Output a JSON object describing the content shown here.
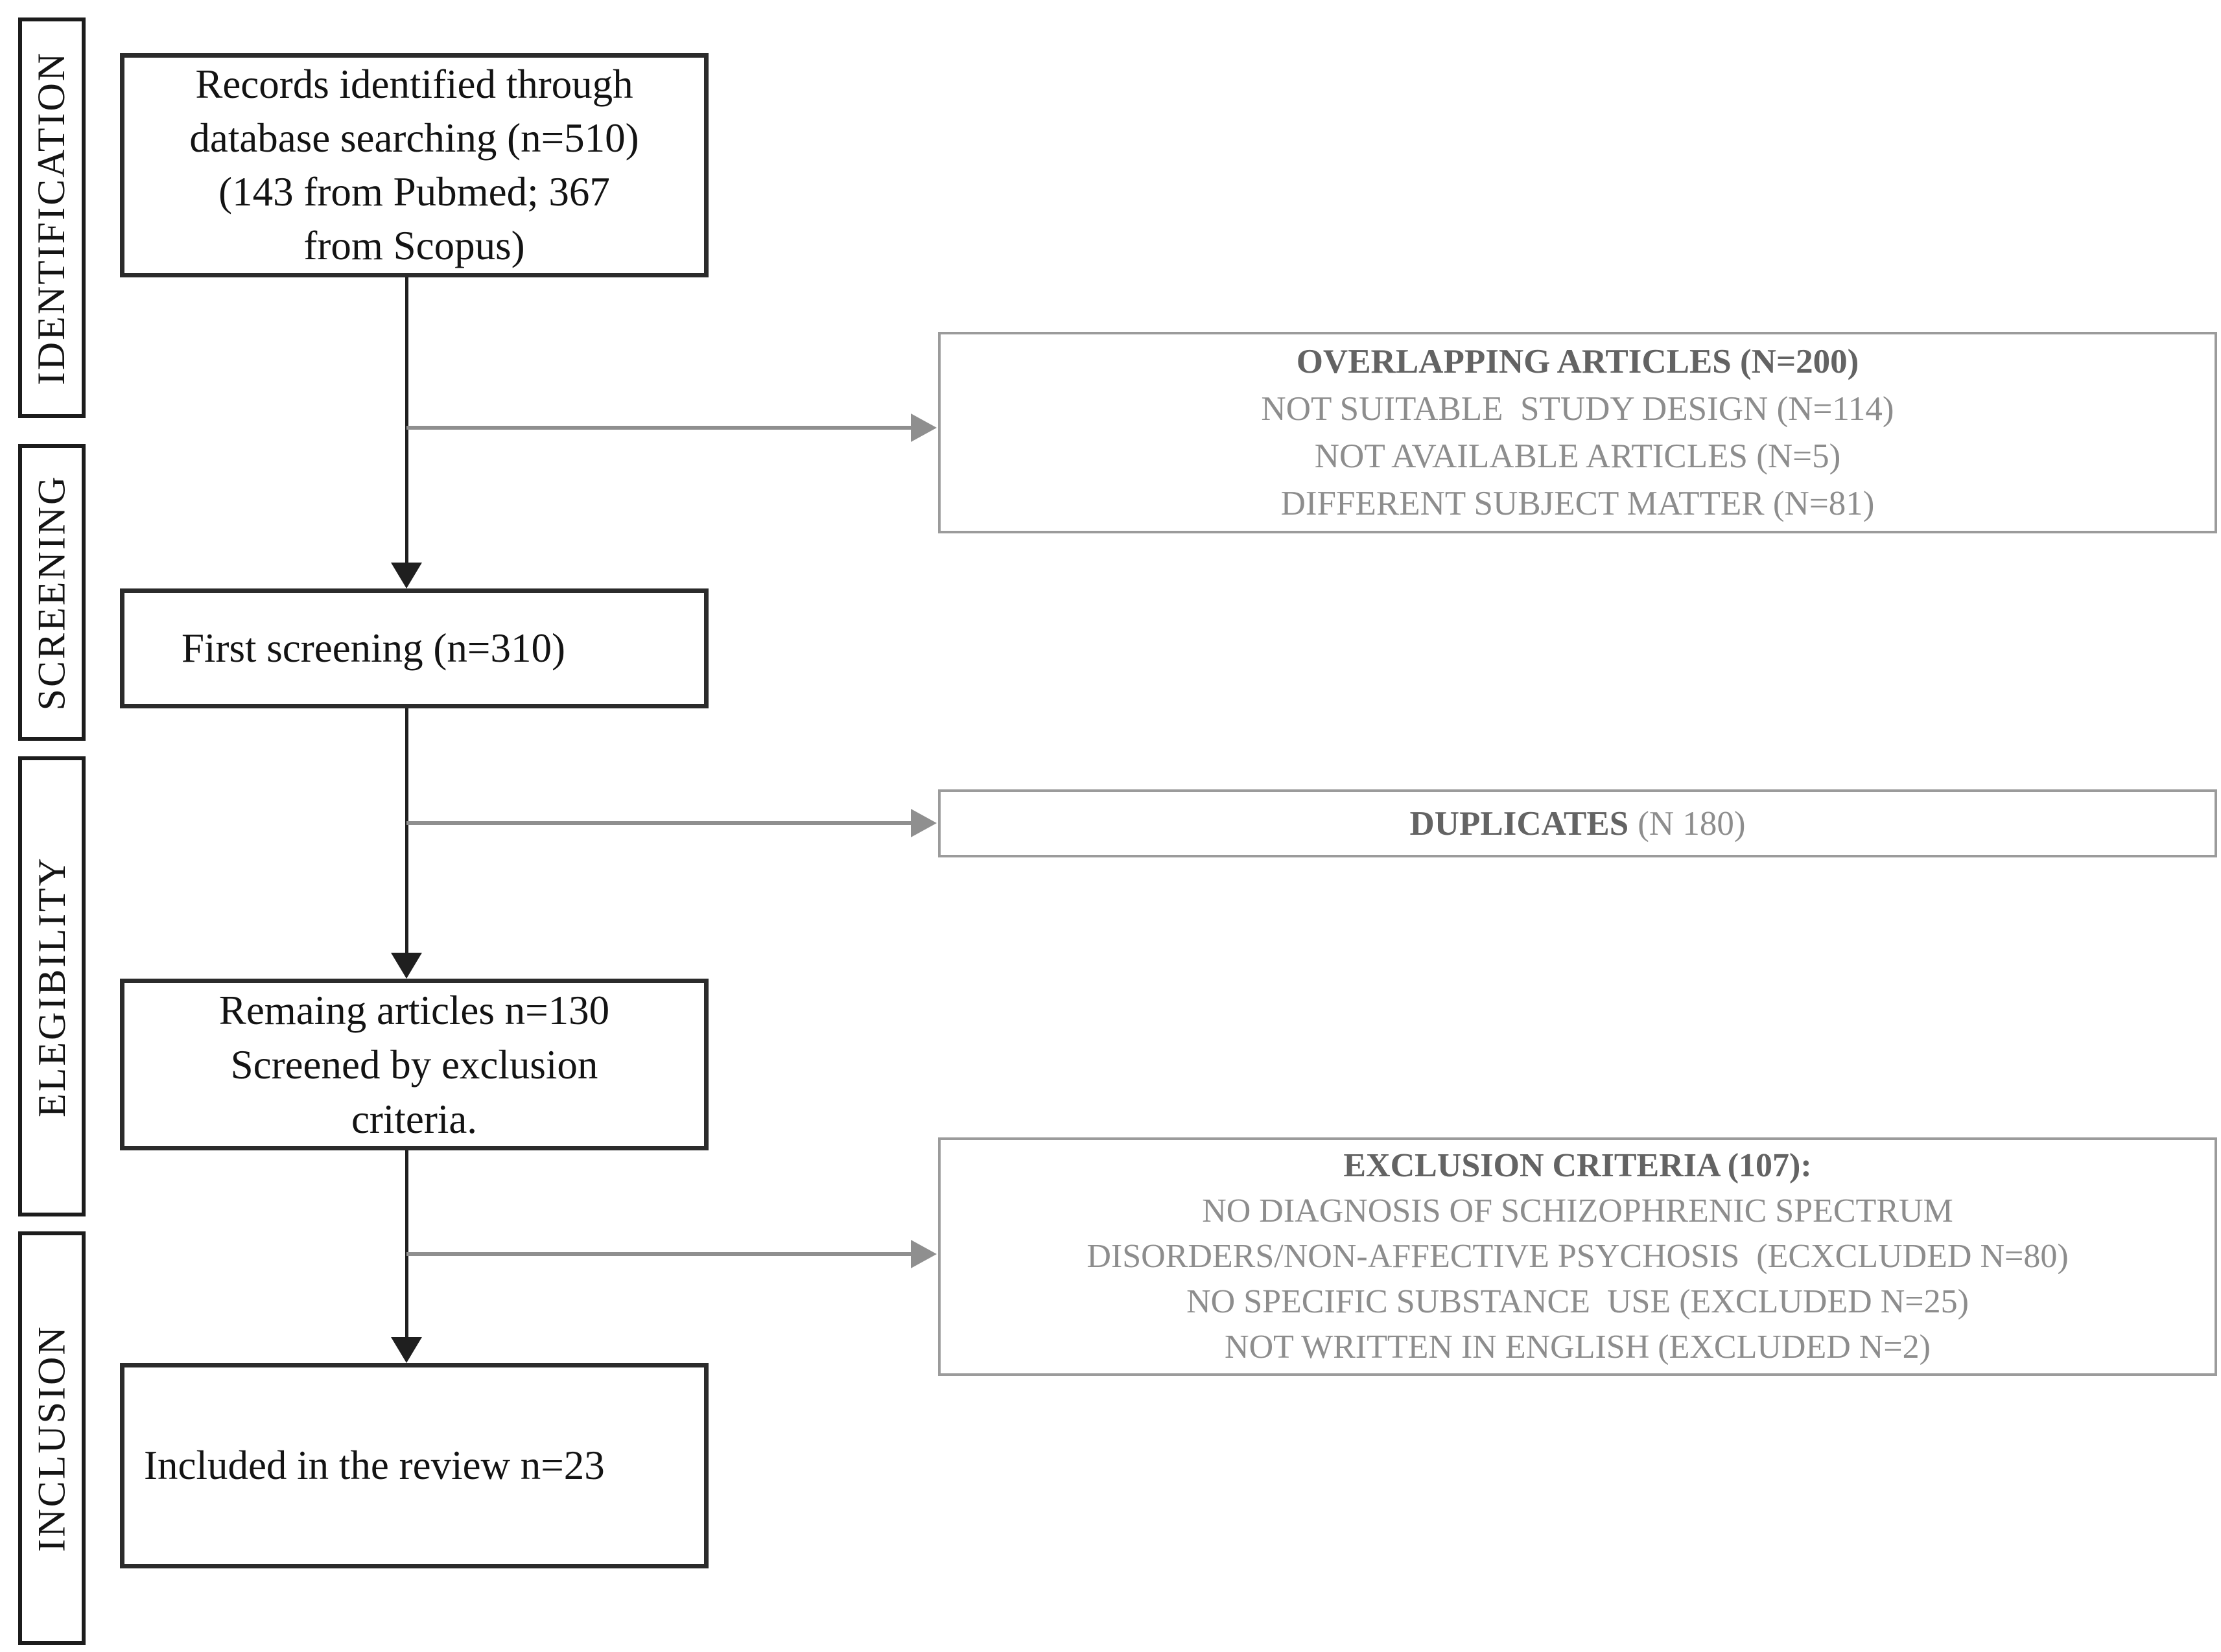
{
  "sidebar": {
    "stages": [
      "IDENTIFICATION",
      "SCREENING",
      "ELEGIBILITY",
      "INCLUSION"
    ]
  },
  "flow": {
    "records": {
      "lines": [
        "Records identified through",
        "database searching (n=510)",
        "(143 from Pubmed; 367",
        "from Scopus)"
      ],
      "n_total": 510,
      "n_pubmed": 143,
      "n_scopus": 367
    },
    "first_screening": {
      "lines": [
        "First screening (n=310)"
      ],
      "n": 310
    },
    "remaining": {
      "lines": [
        "Remaing articles n=130",
        "Screened by exclusion",
        "criteria."
      ],
      "n": 130
    },
    "included": {
      "lines": [
        "Included in the review n=23"
      ],
      "n": 23
    }
  },
  "exclusions": {
    "overlapping": {
      "heading": "OVERLAPPING ARTICLES (N=200)",
      "lines": [
        "NOT SUITABLE  STUDY DESIGN (N=114)",
        "NOT AVAILABLE ARTICLES (N=5)",
        "DIFFERENT SUBJECT MATTER (N=81)"
      ]
    },
    "duplicates": {
      "heading": "DUPLICATES",
      "rest": "(N 180)"
    },
    "criteria": {
      "heading": "EXCLUSION CRITERIA (107):",
      "lines": [
        "NO DIAGNOSIS OF SCHIZOPHRENIC SPECTRUM",
        "DISORDERS/NON-AFFECTIVE PSYCHOSIS  (ECXCLUDED N=80)",
        "NO SPECIFIC SUBSTANCE  USE (EXCLUDED N=25)",
        "NOT WRITTEN IN ENGLISH (EXCLUDED N=2)"
      ]
    }
  },
  "colors": {
    "main_border": "#2b2b2b",
    "sidebar_border": "#1c1c1c",
    "side_box_border": "#9b9b9b",
    "main_text": "#131313",
    "gray_text_bold": "#636363",
    "gray_text": "#8d8d8d",
    "arrow_black": "#1f1f1f",
    "arrow_gray": "#8f8f8f"
  }
}
